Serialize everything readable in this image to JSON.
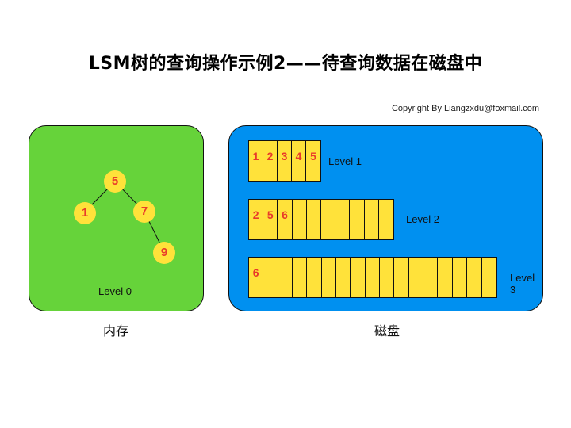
{
  "title": "LSM树的查询操作示例2——待查询数据在磁盘中",
  "copyright": "Copyright By Liangzxdu@foxmail.com",
  "memory": {
    "caption": "内存",
    "level_label": "Level 0",
    "tree": {
      "root": "5",
      "left": "1",
      "right": "7",
      "right_right": "9"
    }
  },
  "disk": {
    "caption": "磁盘",
    "levels": [
      {
        "label": "Level 1",
        "cells": [
          "1",
          "2",
          "3",
          "4",
          "5"
        ]
      },
      {
        "label": "Level 2",
        "cells": [
          "2",
          "5",
          "6",
          "",
          "",
          "",
          "",
          "",
          "",
          ""
        ]
      },
      {
        "label": "Level 3",
        "cells": [
          "6",
          "",
          "",
          "",
          "",
          "",
          "",
          "",
          "",
          "",
          "",
          "",
          "",
          "",
          "",
          "",
          ""
        ]
      }
    ]
  },
  "colors": {
    "memory_bg": "#66d33a",
    "disk_bg": "#0090f0",
    "node_fill": "#ffe23a",
    "cell_fill": "#ffe23a",
    "digit_color": "#e83a2a"
  }
}
